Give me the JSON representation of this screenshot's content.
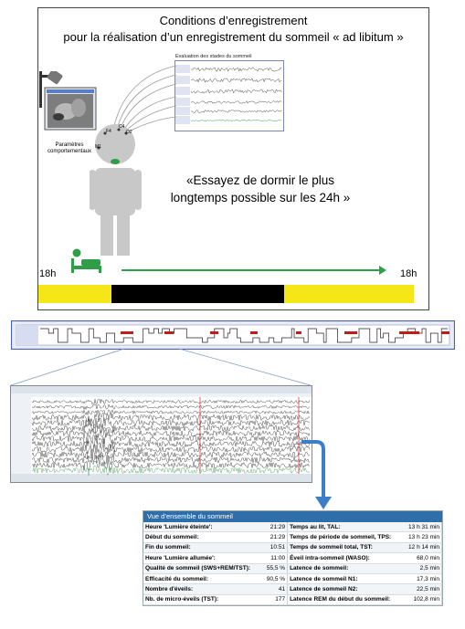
{
  "title": {
    "line1": "Conditions d’enregistrement",
    "line2": "pour la réalisation d’un enregistrement du sommeil « ad libitum »"
  },
  "quote": {
    "line1": "«Essayez de dormir le plus",
    "line2": "longtemps possible sur les 24h »"
  },
  "camera_label": {
    "line1": "Paramètres",
    "line2": "comportementaux"
  },
  "eeg_panel_title": "Evaluation des stades du sommeil",
  "electrodes": [
    "F4",
    "C4",
    "O2",
    "M1"
  ],
  "timeline": {
    "start_label": "18h",
    "end_label": "18h"
  },
  "colors": {
    "timeline_day": "#f5e617",
    "timeline_night": "#000000",
    "arrow": "#2e9e47",
    "bed_icon": "#2e9e47",
    "person": "#c8c8c8",
    "hypnogram_red": "#c41a1a",
    "table_header": "#2f6ea9",
    "callout_arrow": "#3c7fc9"
  },
  "table": {
    "header": "Vue d’ensemble du sommeil",
    "rows": [
      {
        "k1": "Heure 'Lumière éteinte':",
        "v1": "21:29",
        "k2": "Temps au lit, TAL:",
        "v2": "13 h 31 min"
      },
      {
        "k1": "Début du sommeil:",
        "v1": "21:29",
        "k2": "Temps de période de sommeil, TPS:",
        "v2": "13 h 23 min"
      },
      {
        "k1": "Fin du sommeil:",
        "v1": "10:51",
        "k2": "Temps de sommeil total, TST:",
        "v2": "12 h 14 min"
      },
      {
        "k1": "Heure 'Lumière allumée':",
        "v1": "11:00",
        "k2": "Éveil intra-sommeil (WASO):",
        "v2": "68,0 min"
      },
      {
        "k1": "Qualité de sommeil (SWS+REM/TST):",
        "v1": "55,5 %",
        "k2": "Latence de sommeil:",
        "v2": "2,5 min"
      },
      {
        "k1": "Efficacité du sommeil:",
        "v1": "90,5 %",
        "k2": "Latence de sommeil N1:",
        "v2": "17,3 min"
      },
      {
        "k1": "Nombre d'éveils:",
        "v1": "41",
        "k2": "Latence de sommeil N2:",
        "v2": "22,5 min"
      },
      {
        "k1": "Nb. de micro-éveils (TST):",
        "v1": "177",
        "k2": "Latence REM du début du sommeil:",
        "v2": "102,8 min"
      }
    ]
  }
}
